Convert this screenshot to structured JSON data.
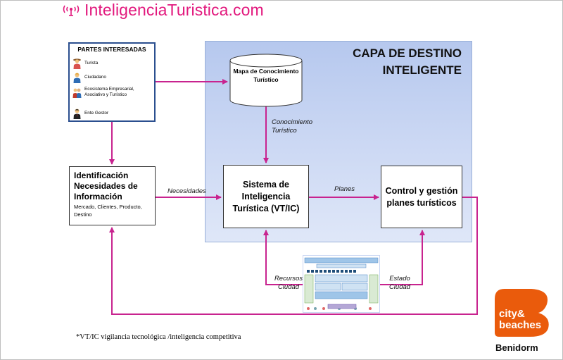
{
  "header": {
    "logo_text": "InteligenciaTuristica.com",
    "brand_color": "#e2187d",
    "logo_icon": "antenna-logo-icon"
  },
  "layer": {
    "title_line1": "CAPA DE DESTINO",
    "title_line2": "INTELIGENTE",
    "fill_color": "#c9d6f3"
  },
  "stakeholders": {
    "title": "PARTES INTERESADAS",
    "items": [
      {
        "label": "Turista",
        "icon": "tourist-icon"
      },
      {
        "label": "Ciudadano",
        "icon": "citizen-icon"
      },
      {
        "label": "Ecosistema Empresarial, Asociativo y Turístico",
        "icon": "business-ecosystem-icon"
      },
      {
        "label": "Ente Gestor",
        "icon": "manager-icon"
      }
    ]
  },
  "nodes": {
    "mapa": "Mapa de Conocimiento Turístico",
    "ident_title": "Identificación Necesidades de Información",
    "ident_sub": "Mercado, Clientes, Producto, Destino",
    "sistema": "Sistema de Inteligencia Turística (VT/IC)",
    "control": "Control y gestión planes turísticos"
  },
  "edges": {
    "conocimiento": "Conocimiento Turístico",
    "necesidades": "Necesidades",
    "planes": "Planes",
    "recursos": "Recursos Ciudad",
    "estado": "Estado Ciudad"
  },
  "arrow_color": "#c8238f",
  "footnote": "*VT/IC vigilancia tecnológica /inteligencia competitiva",
  "city_brand": {
    "mark_text": "city& beaches",
    "name": "Benidorm",
    "color": "#ea5b0c"
  }
}
